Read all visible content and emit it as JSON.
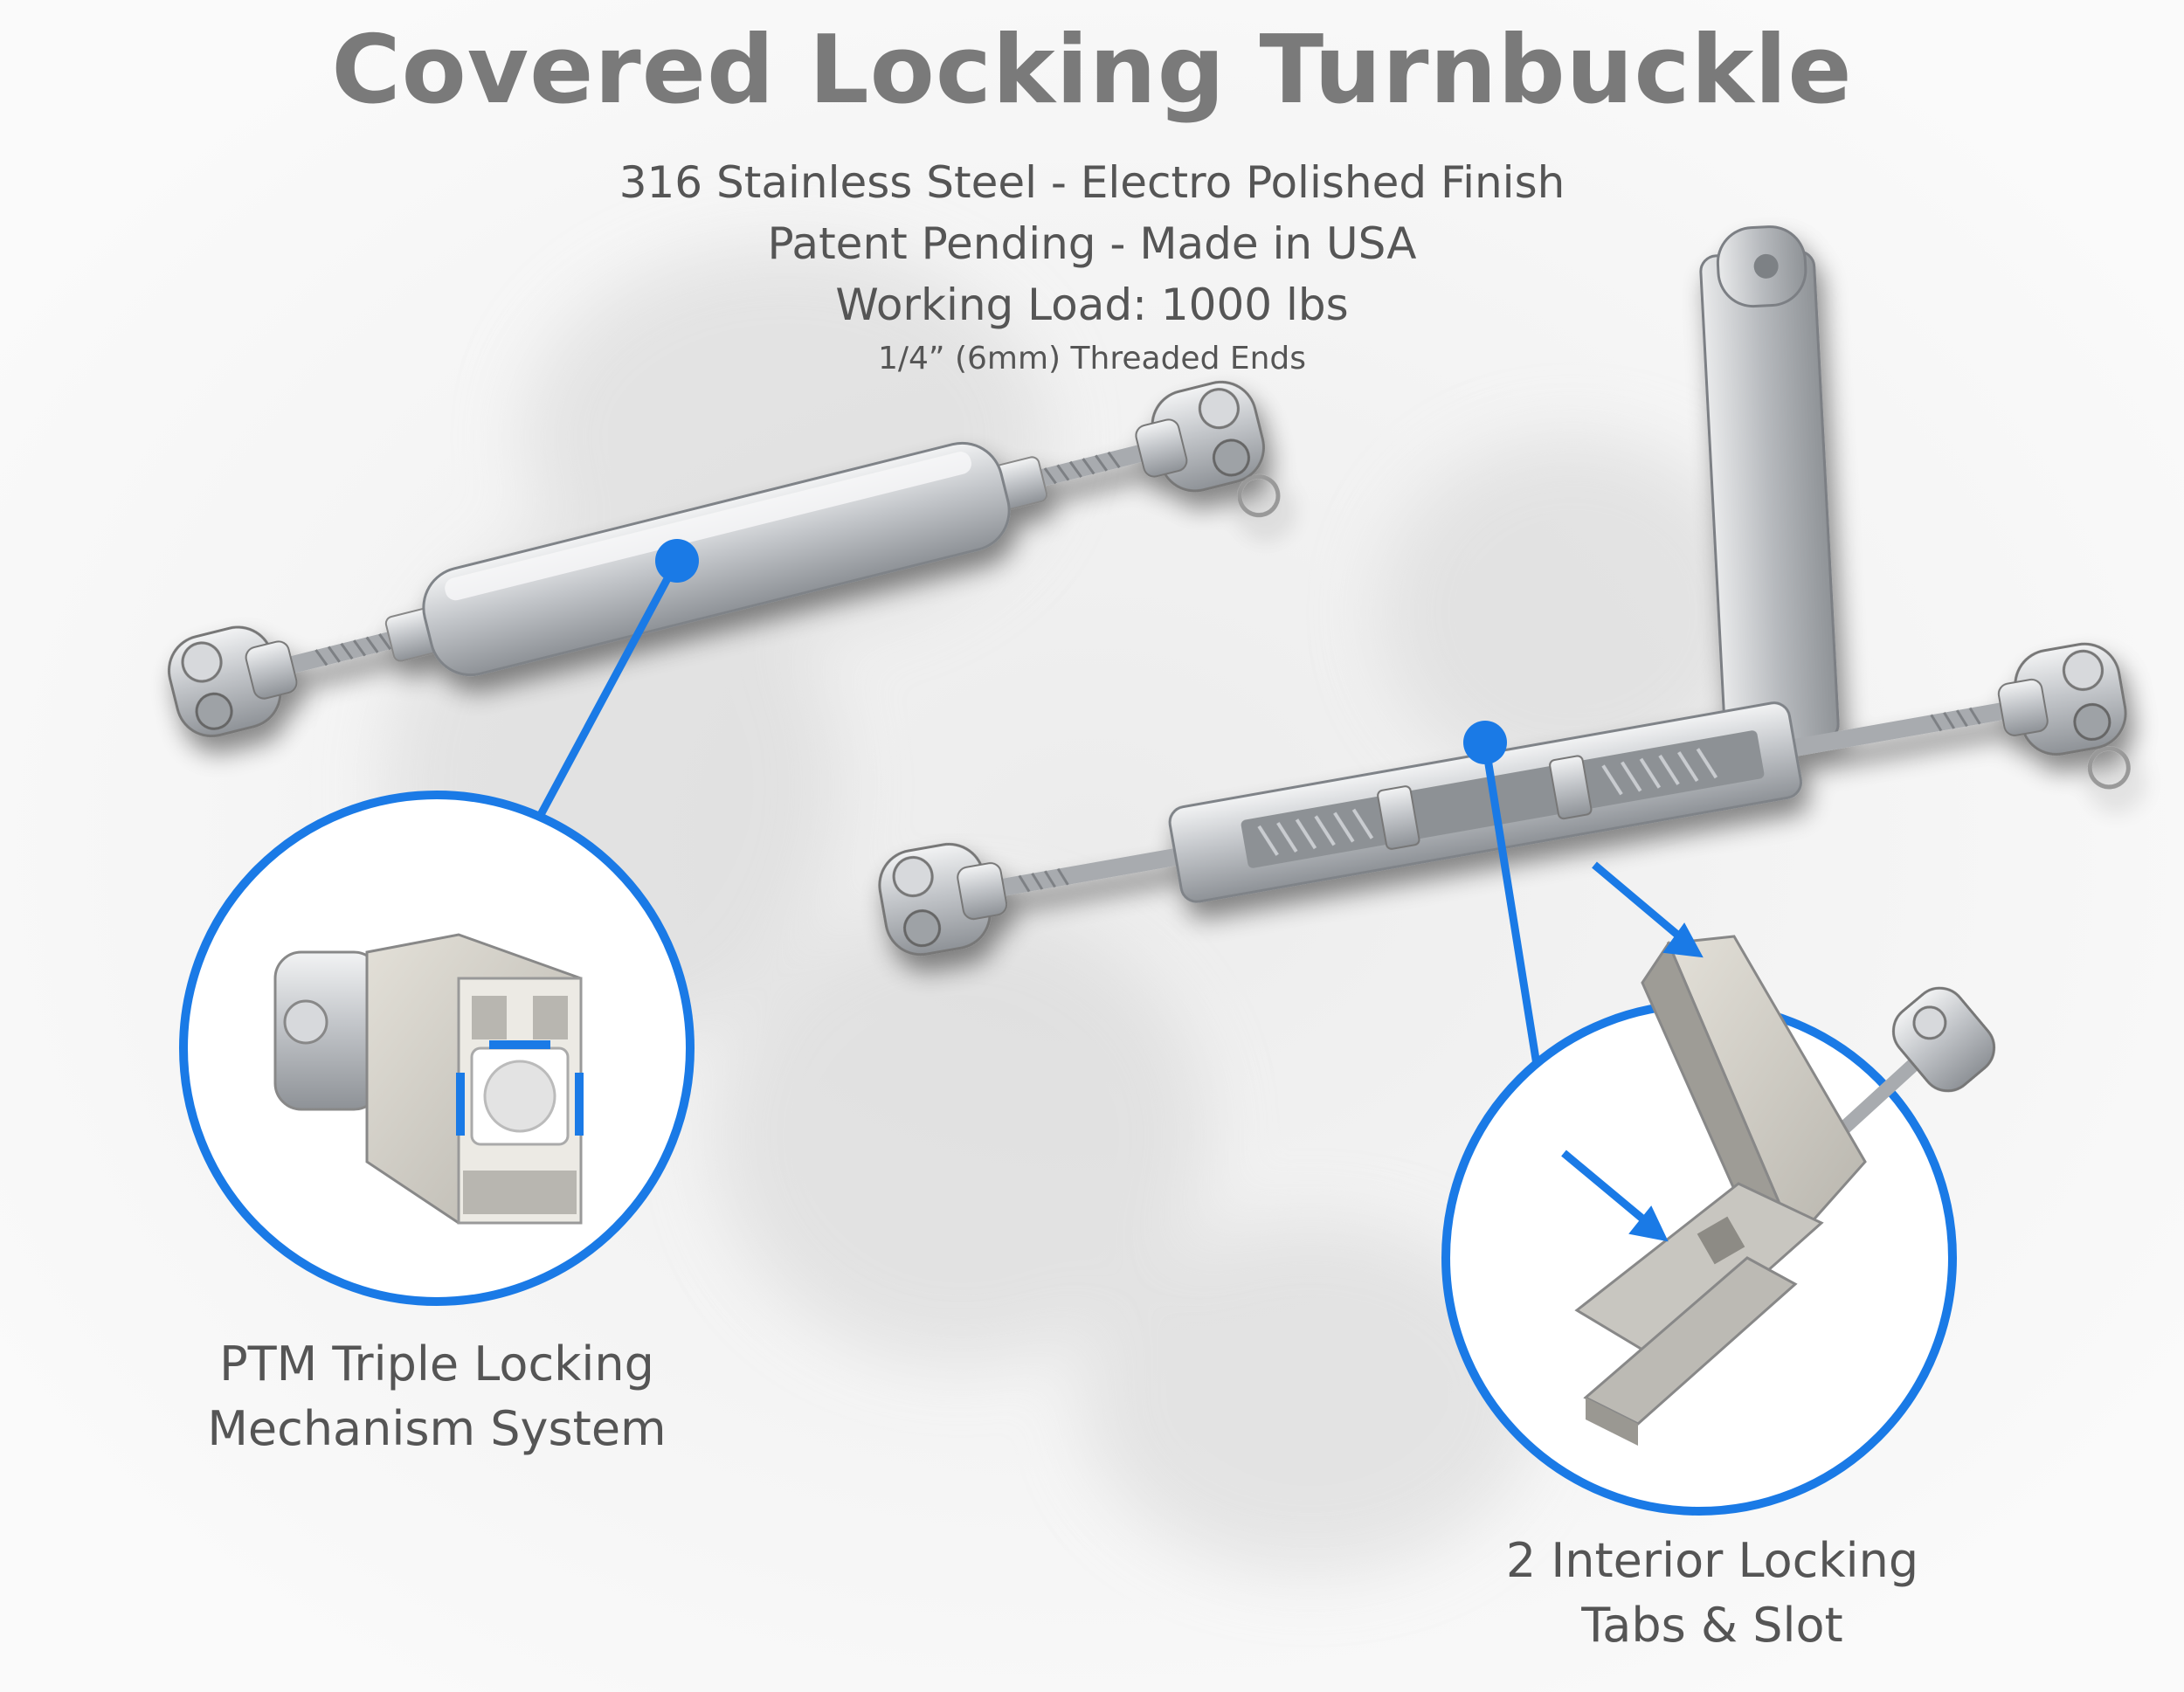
{
  "title": "Covered Locking Turnbuckle",
  "specs": {
    "material": "316 Stainless Steel - Electro Polished Finish",
    "patent": "Patent Pending - Made in USA",
    "load": "Working Load: 1000 lbs",
    "ends": "1/4” (6mm) Threaded Ends"
  },
  "callouts": {
    "left": {
      "line1": "PTM Triple Locking",
      "line2": "Mechanism System"
    },
    "right": {
      "line1": "2 Interior Locking",
      "line2": "Tabs & Slot"
    }
  },
  "colors": {
    "accent": "#1a7ae6",
    "title": "#7a7a7a",
    "text": "#555555",
    "steel": "#b9bcc0",
    "background": "#f4f4f4"
  },
  "icons": [
    "turnbuckle-closed-icon",
    "turnbuckle-open-icon",
    "locking-mechanism-closeup",
    "locking-tabs-closeup"
  ]
}
